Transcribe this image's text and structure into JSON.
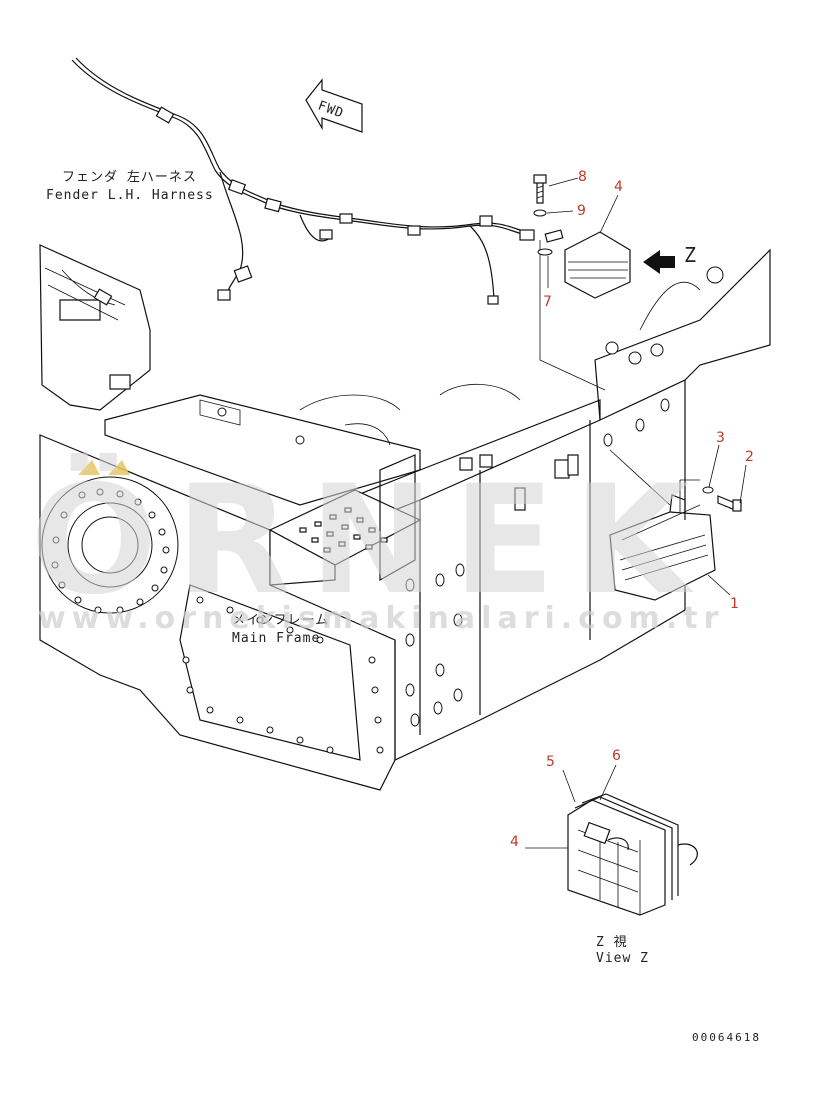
{
  "labels": {
    "fender_jp": "フェンダ 左ハーネス",
    "fender_en": "Fender L.H. Harness",
    "frame_jp": "メインフレーム",
    "frame_en": "Main Frame",
    "fwd": "FWD",
    "z_marker": "Z",
    "view_jp": "Z 視",
    "view_en": "View Z"
  },
  "callouts": {
    "c8": "8",
    "c9": "9",
    "c4_top": "4",
    "c7": "7",
    "c3": "3",
    "c2": "2",
    "c1": "1",
    "c5": "5",
    "c6": "6",
    "c4_view": "4"
  },
  "watermark": {
    "brand": "ÖRNEK",
    "url": "www.ornekismakinalari.com.tr"
  },
  "drawing_code": "00064618",
  "colors": {
    "callout": "#c0392b",
    "watermark": "#d4d4d4",
    "watermark_accent": "#e8c560",
    "line": "#111111"
  }
}
